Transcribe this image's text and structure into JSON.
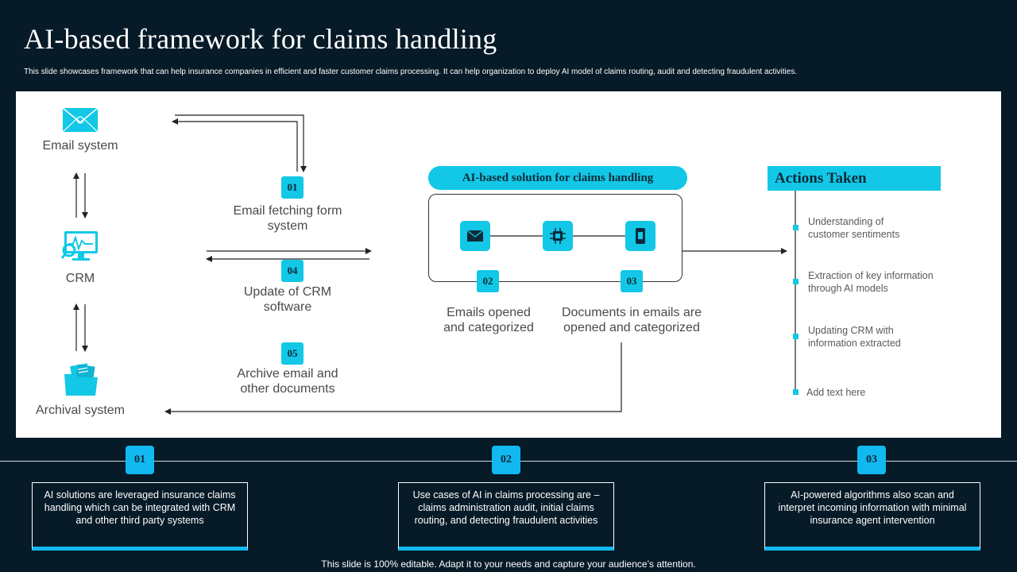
{
  "title": "AI-based framework for claims handling",
  "subtitle": "This slide showcases framework that can help insurance companies in efficient and faster customer claims processing. It can help organization to deploy AI model of claims routing, audit and detecting fraudulent activities.",
  "left_systems": {
    "email": "Email system",
    "crm": "CRM",
    "archival": "Archival system"
  },
  "steps": [
    {
      "number": "01",
      "label_line1": "Email fetching form",
      "label_line2": "system"
    },
    {
      "number": "04",
      "label_line1": "Update of CRM",
      "label_line2": "software"
    },
    {
      "number": "05",
      "label_line1": "Archive email and",
      "label_line2": "other documents"
    }
  ],
  "ai_solution": {
    "header": "AI-based solution for claims handling",
    "icons": [
      "envelope-icon",
      "chip-icon",
      "document-scan-icon"
    ],
    "step_02": {
      "number": "02",
      "line1": "Emails opened",
      "line2": "and categorized"
    },
    "step_03": {
      "number": "03",
      "line1": "Documents in emails are",
      "line2": "opened and categorized"
    }
  },
  "actions": {
    "header": "Actions Taken",
    "items": [
      {
        "line1": "Understanding  of",
        "line2": "customer sentiments"
      },
      {
        "line1": "Extraction of key information",
        "line2": "through AI models"
      },
      {
        "line1": "Updating CRM with",
        "line2": "information extracted"
      },
      {
        "line1": "Add text here",
        "line2": ""
      }
    ]
  },
  "bottom": [
    {
      "number": "01",
      "text": "AI solutions are leveraged  insurance claims handling which can be integrated with CRM and other third party systems"
    },
    {
      "number": "02",
      "text": "Use cases of AI in claims processing are – claims administration audit, initial claims routing, and detecting fraudulent  activities"
    },
    {
      "number": "03",
      "text": "AI-powered  algorithms also scan and interpret incoming information with minimal insurance agent intervention"
    }
  ],
  "footer": "This slide is 100% editable. Adapt it to your needs and capture your audience’s attention.",
  "colors": {
    "accent": "#12c8e6",
    "background": "#061a27",
    "panel": "#ffffff"
  }
}
